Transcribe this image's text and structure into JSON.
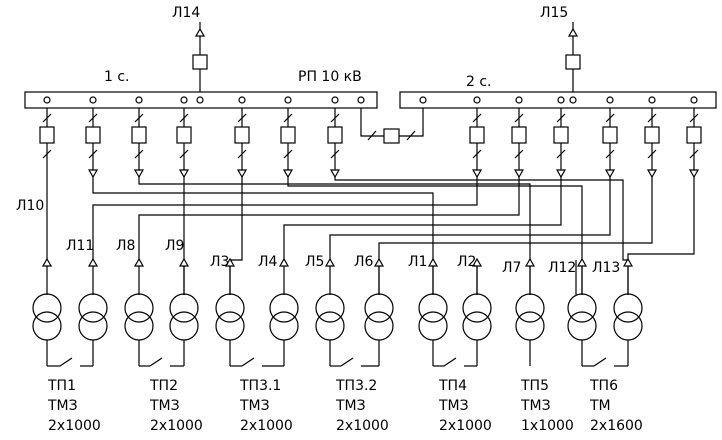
{
  "incoming_lines": {
    "left": "Л14",
    "right": "Л15"
  },
  "bus_labels": {
    "section1": "1 с.",
    "substation": "РП 10 кВ",
    "section2": "2 с."
  },
  "feeder_labels": [
    "Л10",
    "Л11",
    "Л8",
    "Л9",
    "Л3",
    "Л4",
    "Л5",
    "Л6",
    "Л1",
    "Л2",
    "Л7",
    "Л12",
    "Л13"
  ],
  "substations": [
    {
      "name": "ТП1",
      "type": "ТМЗ",
      "rating": "2х1000"
    },
    {
      "name": "ТП2",
      "type": "ТМЗ",
      "rating": "2х1000"
    },
    {
      "name": "ТП3.1",
      "type": "ТМЗ",
      "rating": "2х1000"
    },
    {
      "name": "ТП3.2",
      "type": "ТМЗ",
      "rating": "2х1000"
    },
    {
      "name": "ТП4",
      "type": "ТМЗ",
      "rating": "2х1000"
    },
    {
      "name": "ТП5",
      "type": "ТМЗ",
      "rating": "1х1000"
    },
    {
      "name": "ТП6",
      "type": "ТМ",
      "rating": "2х1600"
    }
  ]
}
